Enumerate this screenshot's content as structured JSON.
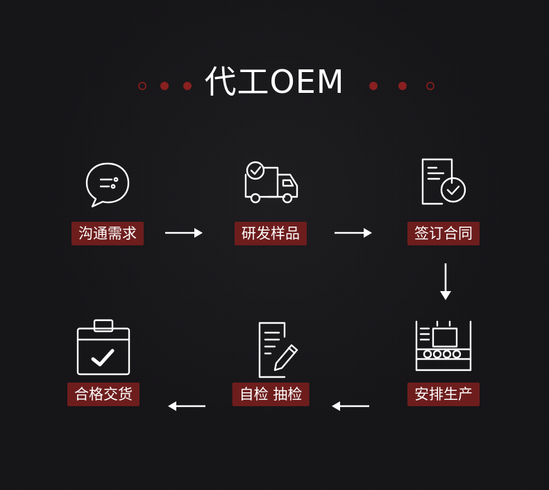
{
  "title": "代工OEM",
  "steps": [
    {
      "label": "沟通需求",
      "icon": "chat-bubble-icon"
    },
    {
      "label": "研发样品",
      "icon": "delivery-truck-check-icon"
    },
    {
      "label": "签订合同",
      "icon": "document-check-icon"
    },
    {
      "label": "安排生产",
      "icon": "production-line-icon"
    },
    {
      "label": "自检 抽检",
      "icon": "document-edit-icon"
    },
    {
      "label": "合格交货",
      "icon": "clipboard-check-icon"
    }
  ],
  "colors": {
    "background": "#141316",
    "label_bg": "#6e1d1d",
    "accent_dot": "#8a2020",
    "text": "#ffffff"
  }
}
